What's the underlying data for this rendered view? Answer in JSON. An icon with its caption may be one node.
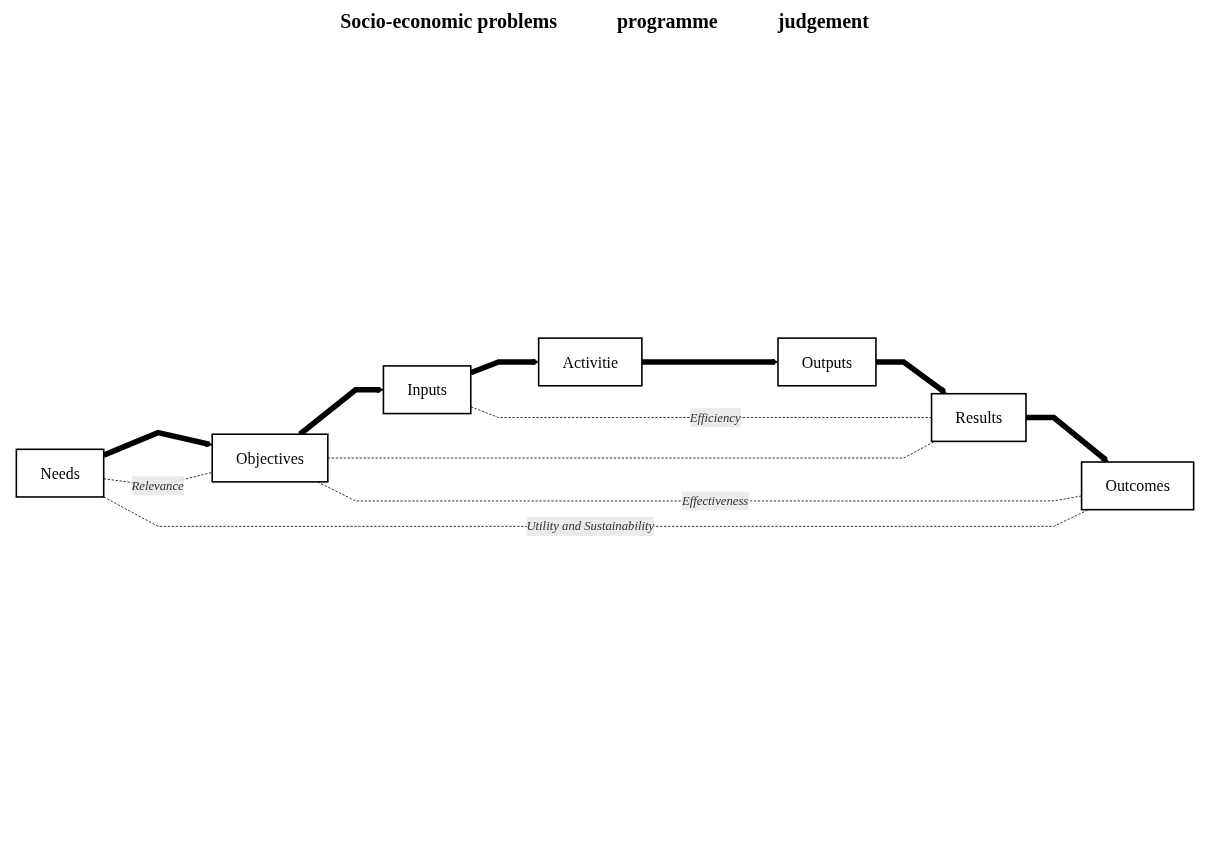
{
  "diagram": {
    "nodes": [
      {
        "text": [
          "Needs"
        ]
      },
      {
        "text": [
          "Objectives"
        ]
      },
      {
        "text": [
          "Inputs"
        ]
      },
      {
        "text": [
          "Activitie"
        ]
      },
      {
        "text": [
          "Outputs"
        ]
      },
      {
        "text": [
          "Results"
        ]
      },
      {
        "text": [
          "Outcomes"
        ]
      }
    ],
    "edges": [
      {
        "from": 0,
        "to": 1,
        "arrow": "to"
      },
      {
        "from": 1,
        "to": 2,
        "arrow": "to"
      },
      {
        "from": 2,
        "to": 3,
        "arrow": "to"
      },
      {
        "from": 3,
        "to": 4,
        "arrow": "to"
      },
      {
        "from": 4,
        "to": 5,
        "arrow": "to"
      },
      {
        "from": 5,
        "to": 6,
        "arrow": "to"
      },
      {
        "from": 0,
        "to": 1,
        "arrow": "none",
        "style": "dashed",
        "label": "Relevance"
      },
      {
        "from": 2,
        "to": 5,
        "arrow": "none",
        "style": "dashed",
        "label": "Efficiency"
      },
      {
        "from": 1,
        "to": 6,
        "arrow": "none",
        "style": "dashed",
        "label": "Effectiveness"
      },
      {
        "from": 1,
        "to": 5,
        "arrow": "none",
        "style": "dashed"
      },
      {
        "from": 0,
        "to": 6,
        "arrow": "none",
        "style": "dashed",
        "label": "Utility and Sustainability"
      }
    ],
    "labels": [
      "Socio-economic problems",
      "programme",
      "judgement"
    ]
  }
}
